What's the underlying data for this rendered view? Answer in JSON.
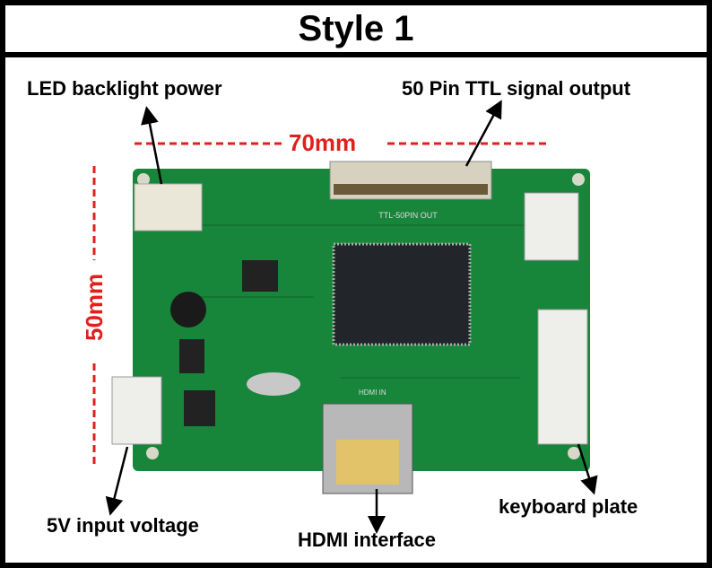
{
  "title": "Style 1",
  "labels": {
    "led": "LED backlight power",
    "ttl": "50 Pin TTL signal output",
    "voltage": "5V input voltage",
    "hdmi": "HDMI interface",
    "keyboard": "keyboard plate"
  },
  "dimensions": {
    "width": "70mm",
    "height": "50mm"
  },
  "board_silkscreen": {
    "connector": "TTL-50PIN OUT",
    "hdmi": "HDMI IN"
  },
  "colors": {
    "pcb": "#17853a",
    "dimension": "#e0201c",
    "border": "#000000"
  }
}
